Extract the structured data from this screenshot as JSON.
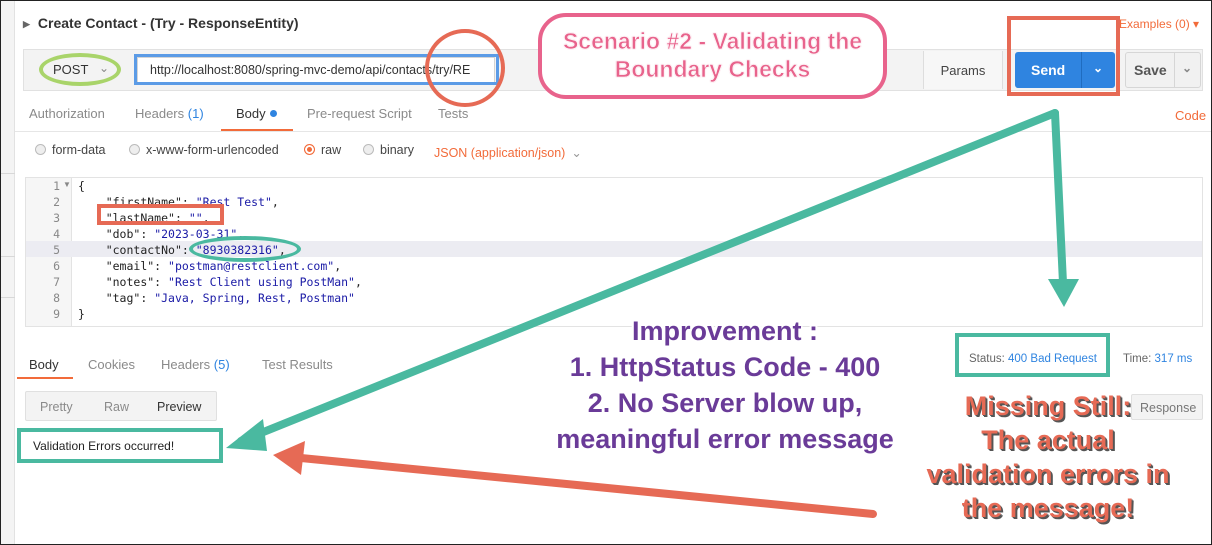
{
  "request": {
    "title": "Create Contact - (Try - ResponseEntity)",
    "examples": "Examples (0)",
    "method": "POST",
    "url": "http://localhost:8080/spring-mvc-demo/api/contacts/try/RE",
    "params_label": "Params",
    "send_label": "Send",
    "save_label": "Save",
    "tabs": [
      {
        "label": "Authorization"
      },
      {
        "label": "Headers",
        "count": "(1)"
      },
      {
        "label": "Body"
      },
      {
        "label": "Pre-request Script"
      },
      {
        "label": "Tests"
      }
    ],
    "code_label": "Code",
    "body_modes": [
      "form-data",
      "x-www-form-urlencoded",
      "raw",
      "binary"
    ],
    "body_mode_selected": "raw",
    "content_type": "JSON (application/json)"
  },
  "editor": {
    "line_numbers": [
      "1",
      "2",
      "3",
      "4",
      "5",
      "6",
      "7",
      "8",
      "9"
    ],
    "open_brace": "{",
    "close_brace": "}",
    "fields": [
      {
        "key": "\"firstName\"",
        "value": "\"Rest Test\""
      },
      {
        "key": "\"lastName\"",
        "value": "\"\""
      },
      {
        "key": "\"dob\"",
        "value": "\"2023-03-31\""
      },
      {
        "key": "\"contactNo\"",
        "value": "\"8930382316\""
      },
      {
        "key": "\"email\"",
        "value": "\"postman@restclient.com\""
      },
      {
        "key": "\"notes\"",
        "value": "\"Rest Client using PostMan\""
      },
      {
        "key": "\"tag\"",
        "value": "\"Java, Spring, Rest, Postman\""
      }
    ]
  },
  "response": {
    "tabs": [
      {
        "label": "Body"
      },
      {
        "label": "Cookies"
      },
      {
        "label": "Headers",
        "count": "(5)"
      },
      {
        "label": "Test Results"
      }
    ],
    "status_label": "Status:",
    "status_value": "400 Bad Request",
    "time_label": "Time:",
    "time_value": "317 ms",
    "formats": [
      "Pretty",
      "Raw",
      "Preview"
    ],
    "format_selected": "Preview",
    "save_response": "Response",
    "body_text": "Validation Errors occurred!"
  },
  "annotations": {
    "scenario": [
      "Scenario #2 - Validating the",
      "Boundary Checks"
    ],
    "improvement": [
      "Improvement :",
      "1. HttpStatus Code - 400",
      "2. No Server blow up,",
      "meaningful error message"
    ],
    "missing": [
      "Missing Still:",
      "The actual",
      "validation errors in",
      "the message!"
    ],
    "colors": {
      "red": "#e66a55",
      "green": "#4ab9a0",
      "pink": "#e8638c",
      "purple": "#6a3b98"
    }
  }
}
